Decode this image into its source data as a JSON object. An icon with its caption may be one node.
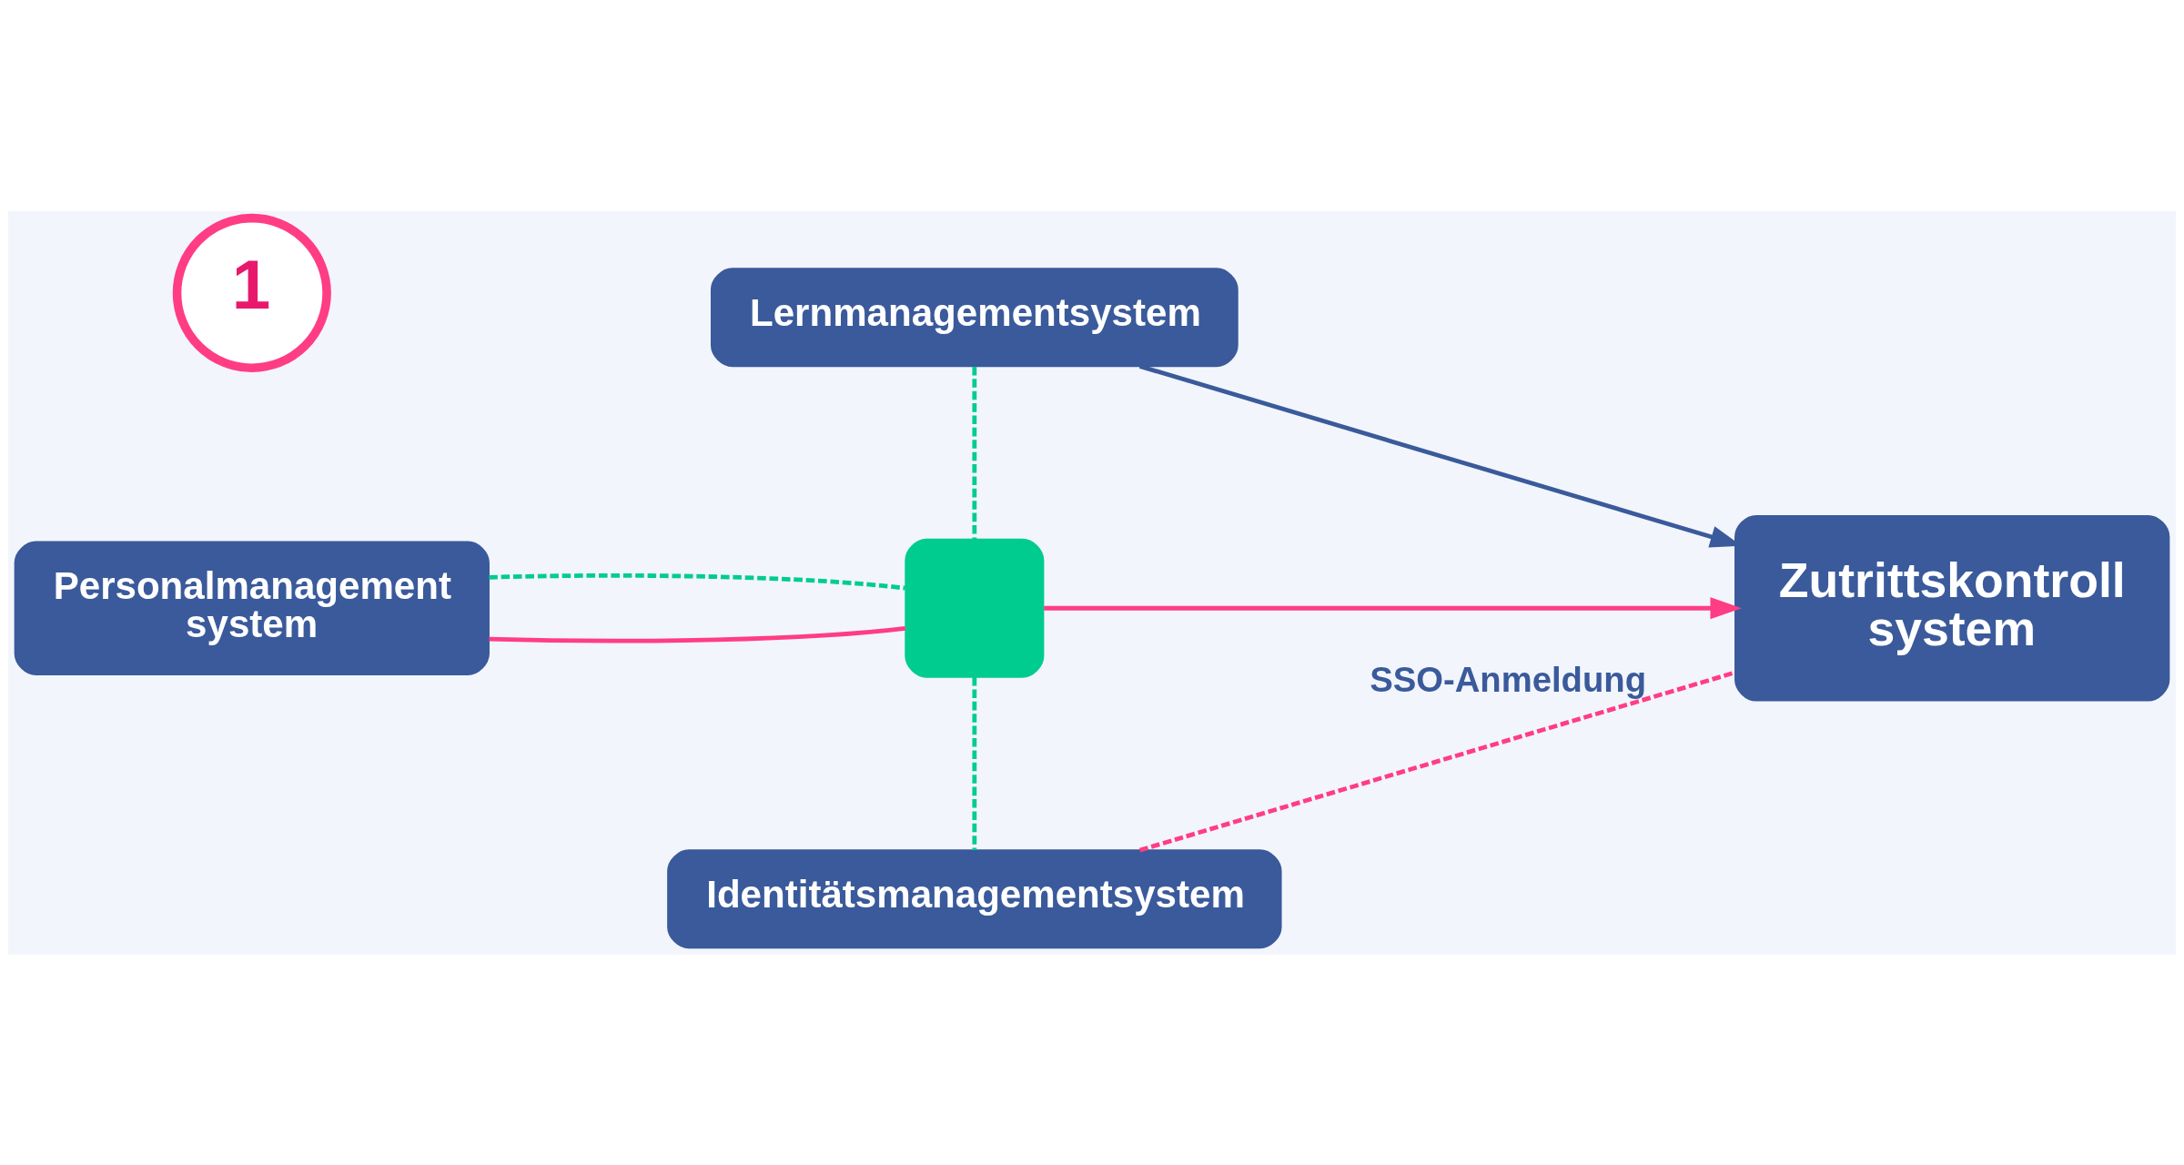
{
  "diagram": {
    "nodes": [
      {
        "text": [
          "1"
        ]
      },
      {
        "text": [
          "Lernmanagementsystem"
        ]
      },
      {
        "text": [
          "Personalmanagement system"
        ]
      },
      {
        "text": [],
        "shape": "box"
      },
      {
        "text": [
          "Zutrittskontroll system"
        ]
      },
      {
        "text": [
          "Identitätsmanagementsystem"
        ]
      }
    ],
    "edges": [
      {
        "from": 1,
        "to": 3,
        "arrow": "none",
        "style": "dashed",
        "color": "#00cc8f"
      },
      {
        "from": 2,
        "to": 3,
        "arrow": "none",
        "color": "#ff3d84"
      },
      {
        "from": 2,
        "to": 3,
        "arrow": "none",
        "style": "dashed",
        "color": "#00cc8f"
      },
      {
        "from": 3,
        "to": 5,
        "arrow": "none",
        "style": "dashed",
        "color": "#00cc8f"
      },
      {
        "from": 1,
        "to": 4,
        "arrow": "to",
        "color": "#3a5a9b"
      },
      {
        "from": 3,
        "to": 4,
        "arrow": "to",
        "color": "#ff3d84"
      },
      {
        "from": 5,
        "to": 4,
        "arrow": "none",
        "style": "dashed",
        "color": "#ff3d84",
        "label": "SSO-Anmeldung"
      }
    ]
  }
}
